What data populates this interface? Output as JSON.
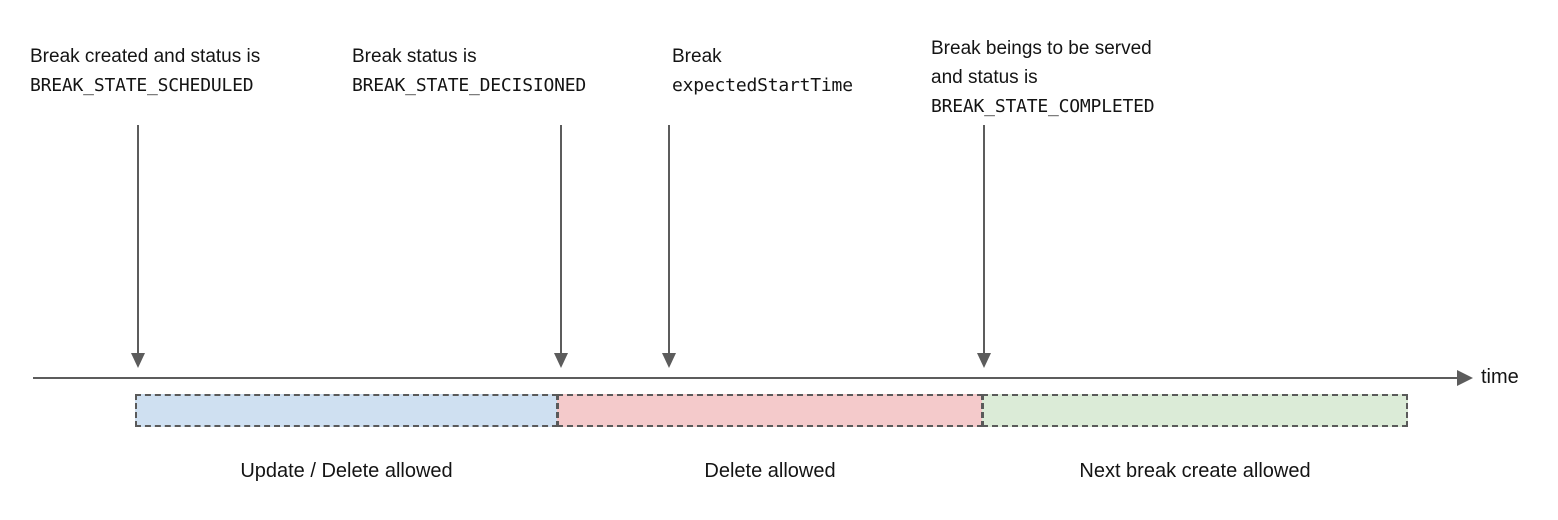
{
  "diagram": {
    "axis": {
      "label": "time"
    },
    "annotations": [
      {
        "id": "break-scheduled",
        "lines": [
          {
            "text": "Break created and status is",
            "style": "prose"
          },
          {
            "text": "BREAK_STATE_SCHEDULED",
            "style": "code"
          }
        ]
      },
      {
        "id": "break-decisioned",
        "lines": [
          {
            "text": "Break status is",
            "style": "prose"
          },
          {
            "text": "BREAK_STATE_DECISIONED",
            "style": "code"
          }
        ]
      },
      {
        "id": "break-expected-start-time",
        "lines": [
          {
            "text": "Break",
            "style": "prose"
          },
          {
            "text": "expectedStartTime",
            "style": "code"
          }
        ]
      },
      {
        "id": "break-completed",
        "lines": [
          {
            "text": "Break beings to be served",
            "style": "prose"
          },
          {
            "text": "and status is",
            "style": "prose"
          },
          {
            "text": "BREAK_STATE_COMPLETED",
            "style": "code"
          }
        ]
      }
    ],
    "phases": [
      {
        "id": "update-delete",
        "caption": "Update / Delete allowed",
        "color": "#cfe0f1"
      },
      {
        "id": "delete-only",
        "caption": "Delete allowed",
        "color": "#f4cacb"
      },
      {
        "id": "next-break-create",
        "caption": "Next break create allowed",
        "color": "#dbebd7"
      }
    ],
    "colors": {
      "stroke": "#5c5c5c",
      "dash_border": "#5a5a5a",
      "text": "#141414",
      "background": "#ffffff"
    }
  }
}
